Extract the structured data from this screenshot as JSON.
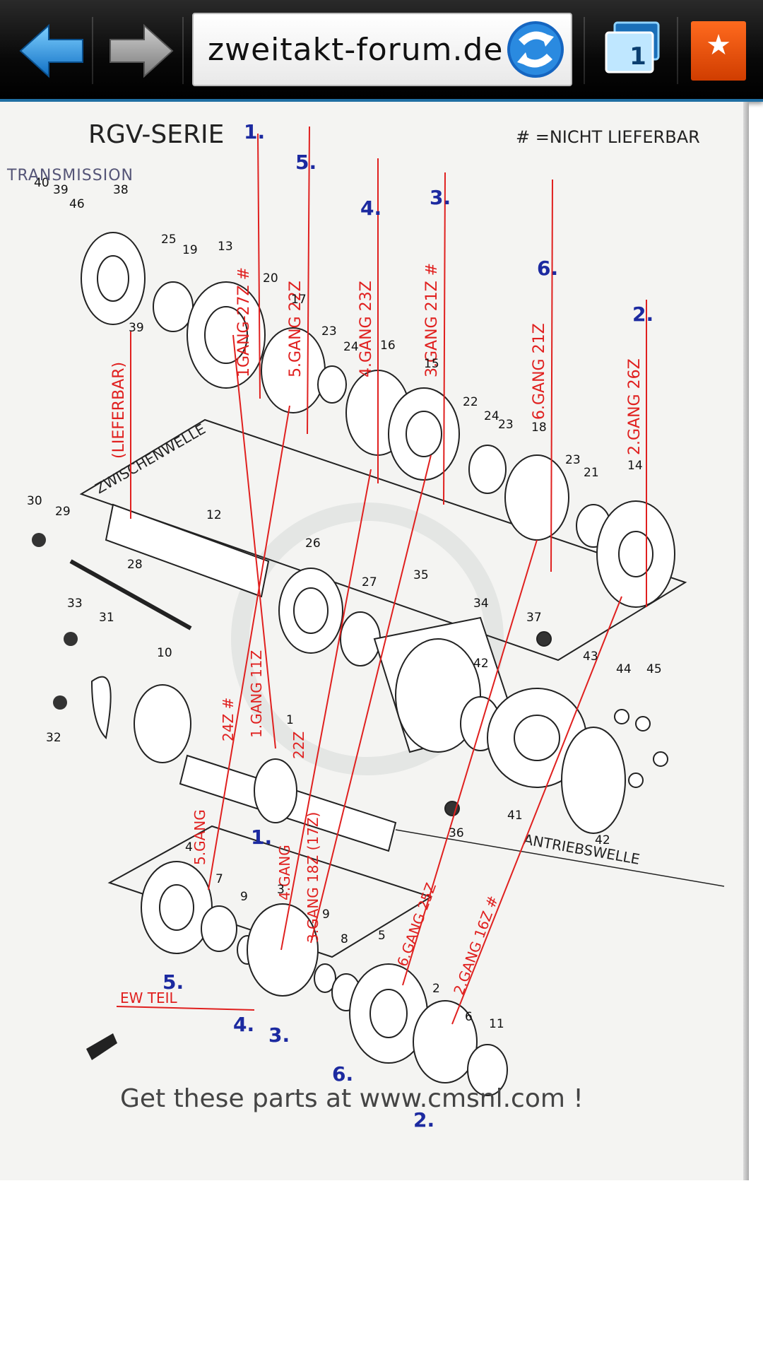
{
  "toolbar": {
    "url": "zweitakt-forum.de",
    "tab_count": "1",
    "back_icon": "back-arrow-icon",
    "forward_icon": "forward-arrow-icon",
    "tabs_icon": "tabs-icon",
    "favorite_icon": "star-icon",
    "accent_color": "#1e7fd0",
    "favorite_color": "#ff5a10"
  },
  "diagram": {
    "title": "RGV-SERIE",
    "section": "TRANSMISSION",
    "legend": "# =NICHT LIEFERBAR",
    "label_zwischenwelle": "ZWISCHENWELLE",
    "label_antriebswelle": "ANTRIEBSWELLE",
    "label_lieferbar": "(LIEFERBAR)",
    "label_ew_teil": "EW TEIL",
    "gear_labels_top": [
      "1GANG-27Z #",
      "5.GANG 22Z",
      "4.GANG 23Z",
      "3.GANG 21Z #",
      "6.GANG 21Z",
      "2.GANG 26Z"
    ],
    "gear_labels_bottom": [
      "24Z #",
      "1.GANG 11Z",
      "22Z",
      "5.GANG",
      "4.GANG",
      "3.GANG 18Z (17Z)",
      "6.GANG 25Z",
      "2.GANG 16Z #"
    ],
    "blue_numbers": [
      "1.",
      "5.",
      "4.",
      "3.",
      "6.",
      "2.",
      "1.",
      "5.",
      "4.",
      "3.",
      "6.",
      "2."
    ],
    "part_numbers": [
      "40",
      "39",
      "46",
      "38",
      "25",
      "19",
      "13",
      "20",
      "17",
      "23",
      "24",
      "16",
      "15",
      "22",
      "24",
      "23",
      "18",
      "23",
      "21",
      "14",
      "39",
      "30",
      "29",
      "12",
      "26",
      "28",
      "27",
      "35",
      "34",
      "37",
      "33",
      "31",
      "10",
      "42",
      "43",
      "44",
      "45",
      "32",
      "1",
      "36",
      "41",
      "42",
      "4",
      "7",
      "9",
      "3",
      "9",
      "8",
      "5",
      "2",
      "6",
      "11"
    ],
    "caption": "Get these parts at www.cmsnl.com !"
  }
}
